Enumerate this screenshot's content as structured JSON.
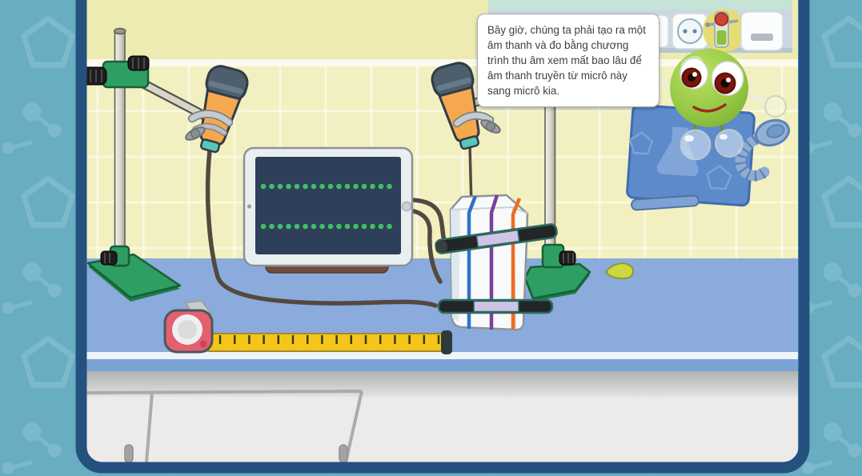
{
  "scene_title": "sound-speed-lab-simulation",
  "language": "vi",
  "speech_bubble": {
    "text": "Bây giờ, chúng ta phải tạo ra một âm thanh và đo bằng chương trình thu âm xem mất bao lâu để âm thanh truyền từ micrô này sang micrô kia."
  },
  "tablet": {
    "dot_rows": 2,
    "dots_per_row": 16,
    "dot_color": "#3fbf63"
  },
  "ruler": {
    "tick_count": 16
  },
  "objects": {
    "robot_mascot": "green-robot-assistant",
    "left_microphone": "microphone-on-stand",
    "right_microphone": "microphone-on-stand",
    "tablet": "recording-tablet",
    "milk_carton": "carton-with-rubber-bands",
    "markers": "two-marker-pens",
    "measuring_tape": "tape-measure",
    "ruler": "yellow-ruler",
    "outlet_panel": "wall-socket-and-switch",
    "putty": "clay-blob"
  },
  "colors": {
    "frame_navy": "#24517e",
    "background_teal": "#68adc2",
    "pattern_teal": "#80bccd",
    "wall_yellow": "#f2f0c0",
    "desk_blue": "#8aabdc",
    "robot_green": "#8cc63e",
    "mic_orange": "#f5a84d",
    "mic_cap_teal": "#58c7bb",
    "screen_navy": "#2e3f5a",
    "dot_green": "#3fbf63",
    "stand_green": "#2f9e63",
    "tape_red": "#e45f6f",
    "ruler_yellow": "#f4c51a",
    "band_blue": "#2e72c5",
    "band_purple": "#7b3f9e",
    "band_orange": "#ef6a20"
  }
}
